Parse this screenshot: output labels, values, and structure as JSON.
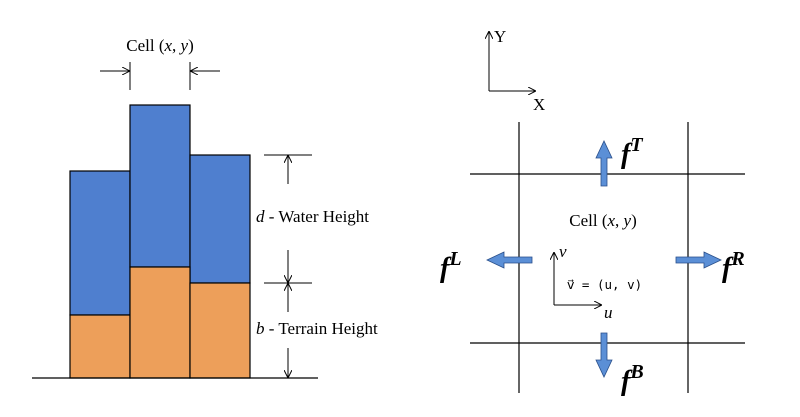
{
  "colors": {
    "water": "#4f7fcf",
    "terrain": "#ed9f5a",
    "arrow": "#5b8fd6",
    "line": "#000000"
  },
  "left_diagram": {
    "cell_label_prefix": "Cell (",
    "cell_x": "x",
    "cell_comma": ", ",
    "cell_y": "y",
    "cell_label_suffix": ")",
    "water_var": "d",
    "water_text": " - Water Height",
    "terrain_var": "b",
    "terrain_text": " - Terrain Height"
  },
  "axes": {
    "y_label": "Y",
    "x_label": "X"
  },
  "right_diagram": {
    "cell_label_prefix": "Cell (",
    "cell_x": "x",
    "cell_comma": ", ",
    "cell_y": "y",
    "cell_label_suffix": ")",
    "flux_base": "f",
    "flux_top_sup": "T",
    "flux_bottom_sup": "B",
    "flux_left_sup": "L",
    "flux_right_sup": "R",
    "v_label": "v",
    "u_label": "u",
    "velocity_label": "v⃗ = (u, v)"
  }
}
